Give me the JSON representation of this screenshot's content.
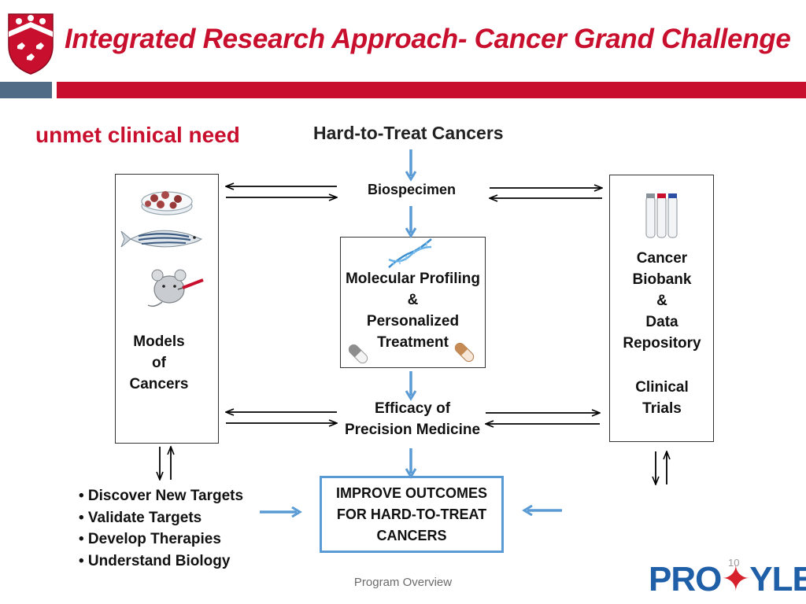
{
  "header": {
    "title": "Integrated Research Approach- Cancer Grand Challenge",
    "accent_red": "#c8102e",
    "accent_gray": "#4f6b86"
  },
  "diagram": {
    "left_heading": "unmet clinical need",
    "top_heading": "Hard-to-Treat Cancers",
    "biospecimen": "Biospecimen",
    "molecular": [
      "Molecular Profiling",
      "&",
      "Personalized",
      "Treatment"
    ],
    "models": [
      "Models",
      "of",
      "Cancers"
    ],
    "biobank": [
      "Cancer",
      "Biobank",
      "&",
      "Data",
      "Repository"
    ],
    "clinical": [
      "Clinical",
      "Trials"
    ],
    "efficacy": [
      "Efficacy of",
      "Precision Medicine"
    ],
    "outcome": [
      "IMPROVE OUTCOMES",
      "FOR HARD-TO-TREAT",
      "CANCERS"
    ],
    "bullets": [
      "• Discover New Targets",
      "•    Validate Targets",
      "• Develop Therapies",
      "• Understand Biology"
    ],
    "arrow_color": "#5b9bd5",
    "icons": [
      "petri-dish-icon",
      "zebrafish-icon",
      "mouse-icon",
      "dna-icon",
      "capsule-icon",
      "test-tubes-icon"
    ]
  },
  "footer": {
    "text": "Program Overview",
    "page_number": "10",
    "logo": {
      "pre": "PRO",
      "leaf": "✦",
      "post": "YLE"
    }
  }
}
